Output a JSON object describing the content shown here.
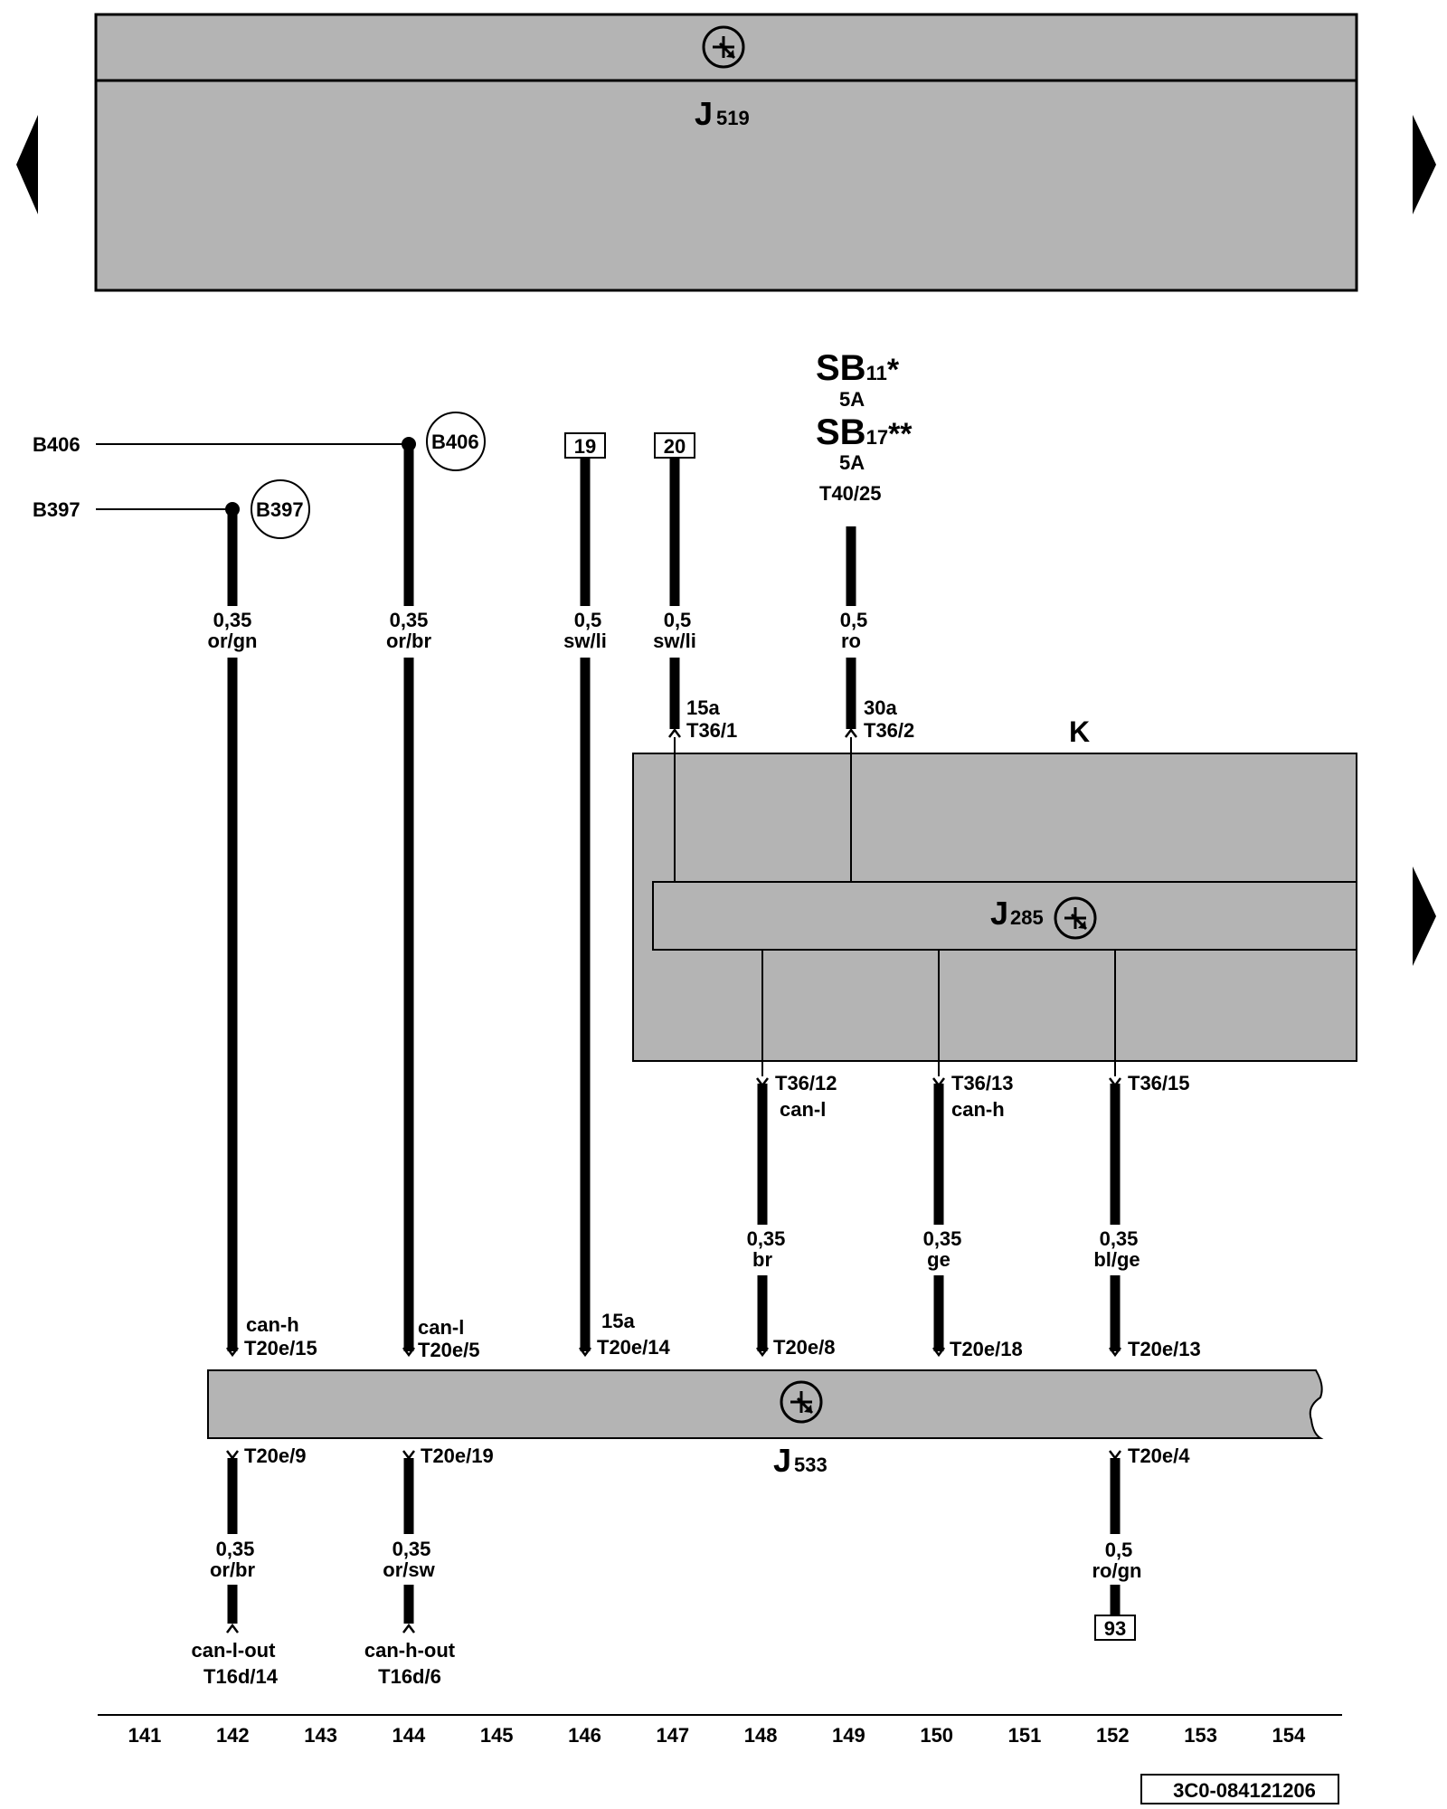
{
  "colors": {
    "panel_fill": "#b4b4b4",
    "ink": "#000000",
    "background": "#ffffff"
  },
  "icons": {
    "ground_symbol": "circle-arrow-ground-icon",
    "nav_left": "arrow-left-icon",
    "nav_right": "arrow-right-icon"
  },
  "modules": {
    "j519": {
      "letter": "J",
      "sub": "519"
    },
    "k": {
      "label": "K"
    },
    "j285": {
      "letter": "J",
      "sub": "285"
    },
    "j533": {
      "letter": "J",
      "sub": "533"
    }
  },
  "fuses": {
    "sb11": {
      "main": "SB",
      "sub": "11",
      "mark": "*",
      "rating": "5A"
    },
    "sb17": {
      "main": "SB",
      "sub": "17",
      "mark": "**",
      "rating": "5A"
    },
    "connector": "T40/25"
  },
  "inputs": {
    "b406": {
      "label": "B406",
      "circle": "B406"
    },
    "b397": {
      "label": "B397",
      "circle": "B397"
    }
  },
  "refs": {
    "r19": "19",
    "r20": "20",
    "r93": "93"
  },
  "wires": {
    "w142_top": {
      "size": "0,35",
      "color": "or/gn"
    },
    "w144_top": {
      "size": "0,35",
      "color": "or/br"
    },
    "w146": {
      "size": "0,5",
      "color": "sw/li"
    },
    "w147": {
      "size": "0,5",
      "color": "sw/li"
    },
    "w149": {
      "size": "0,5",
      "color": "ro"
    },
    "w148": {
      "size": "0,35",
      "color": "br"
    },
    "w150": {
      "size": "0,35",
      "color": "ge"
    },
    "w152_top": {
      "size": "0,35",
      "color": "bl/ge"
    },
    "w142_bot": {
      "size": "0,35",
      "color": "or/br"
    },
    "w144_bot": {
      "size": "0,35",
      "color": "or/sw"
    },
    "w152_bot": {
      "size": "0,5",
      "color": "ro/gn"
    }
  },
  "pins": {
    "t36_1": {
      "fn": "15a",
      "pin": "T36/1"
    },
    "t36_2": {
      "fn": "30a",
      "pin": "T36/2"
    },
    "t36_12": {
      "pin": "T36/12",
      "fn": "can-l"
    },
    "t36_13": {
      "pin": "T36/13",
      "fn": "can-h"
    },
    "t36_15": {
      "pin": "T36/15"
    },
    "t20e_15": {
      "fn": "can-h",
      "pin": "T20e/15"
    },
    "t20e_5": {
      "fn": "can-l",
      "pin": "T20e/5"
    },
    "t20e_14": {
      "fn": "15a",
      "pin": "T20e/14"
    },
    "t20e_8": {
      "pin": "T20e/8"
    },
    "t20e_18": {
      "pin": "T20e/18"
    },
    "t20e_13": {
      "pin": "T20e/13"
    },
    "t20e_9": {
      "pin": "T20e/9"
    },
    "t20e_19": {
      "pin": "T20e/19"
    },
    "t20e_4": {
      "pin": "T20e/4"
    },
    "t16d_14": {
      "fn": "can-l-out",
      "pin": "T16d/14"
    },
    "t16d_6": {
      "fn": "can-h-out",
      "pin": "T16d/6"
    }
  },
  "column_numbers": [
    "141",
    "142",
    "143",
    "144",
    "145",
    "146",
    "147",
    "148",
    "149",
    "150",
    "151",
    "152",
    "153",
    "154"
  ],
  "drawing_code": "3C0-084121206"
}
